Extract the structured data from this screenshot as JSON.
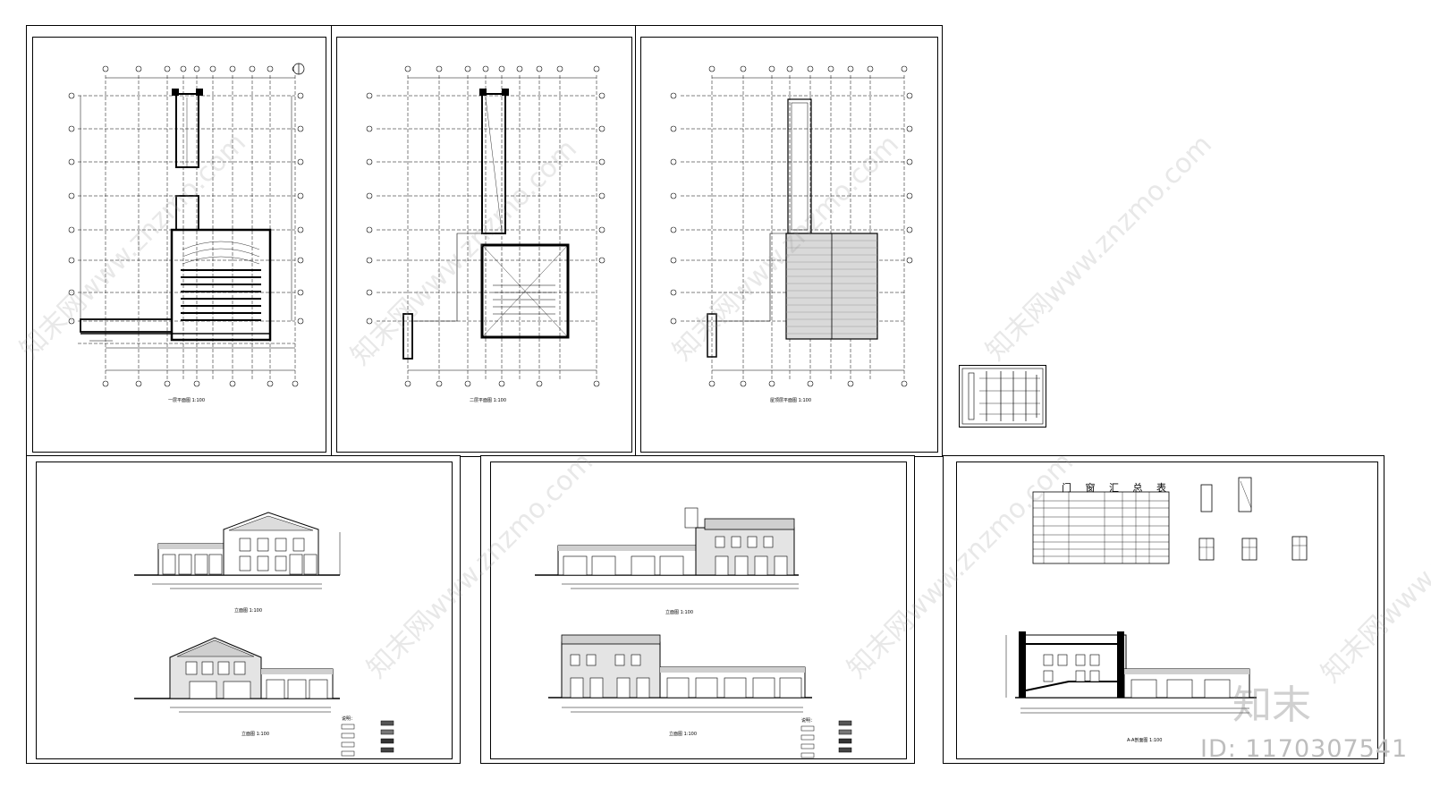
{
  "sheets": {
    "plan1": {
      "caption": "一层平面图 1:100"
    },
    "plan2": {
      "caption": "二层平面图 1:100"
    },
    "roof": {
      "caption": "屋顶层平面图 1:100"
    },
    "elevA": {
      "top_caption": "立面图 1:100",
      "bottom_caption": "立面图 1:100",
      "legend_title": "说明："
    },
    "elevB": {
      "top_caption": "立面图 1:100",
      "bottom_caption": "立面图 1:100",
      "legend_title": "说明："
    },
    "section": {
      "table_title": "门 窗 汇 总 表",
      "caption": "A-A剖面图 1:100"
    }
  },
  "watermark": {
    "text": "知末网www.znzmo.com"
  },
  "brand": {
    "logo": "知末",
    "id": "ID: 1170307541"
  }
}
